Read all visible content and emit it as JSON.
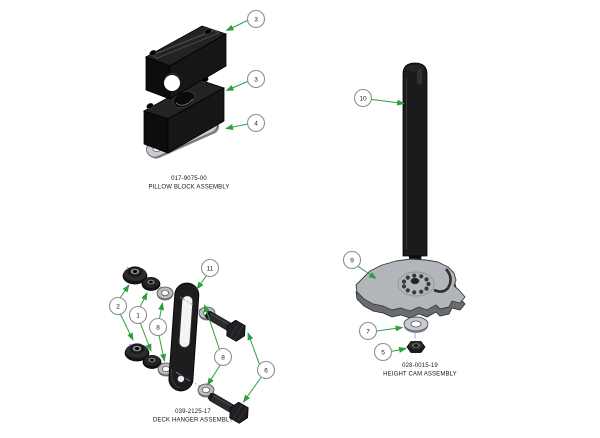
{
  "diagram": {
    "background": "#ffffff",
    "leader_color": "#2f9e3f",
    "centerline_color": "#8089c9",
    "balloon_border": "#8f8f8f",
    "part_dark_color": "#1a1a1a",
    "part_gray_color": "#c0c4c8"
  },
  "assemblies": {
    "pillow_block": {
      "part_number": "017-9075-00",
      "name": "PILLOW BLOCK ASSEMBLY",
      "callouts": {
        "top_block": "3",
        "bottom_block": "3",
        "plate": "4"
      }
    },
    "height_cam": {
      "part_number": "028-0015-19",
      "name": "HEIGHT CAM ASSEMBLY",
      "callouts": {
        "rod": "10",
        "cam": "9",
        "washer": "7",
        "nut": "5"
      }
    },
    "deck_hanger": {
      "part_number": "039-2125-17",
      "name": "DECK HANGER ASSEMBLY",
      "callouts": {
        "flange_nuts": "2",
        "lock_nuts": "1",
        "left_washers": "8",
        "bracket": "11",
        "right_washers": "8",
        "bolts": "6"
      }
    }
  }
}
